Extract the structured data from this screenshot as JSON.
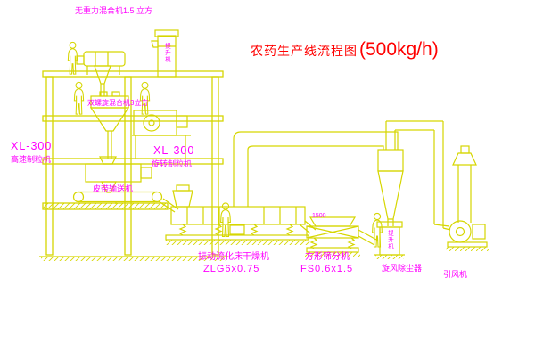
{
  "title": {
    "main": "农药生产线流程图",
    "capacity": "(500kg/h)"
  },
  "labels": {
    "mixer_top": "无重力混合机1.5 立方",
    "mixer_mid": "双螺旋混合机3立方",
    "granulator_left_model": "XL-300",
    "granulator_left_name": "高速制粒机",
    "granulator_center_model": "XL-300",
    "granulator_center_name": "旋转制粒机",
    "belt_conveyor": "皮带输送机",
    "dryer_name": "振动流化床干燥机",
    "dryer_model": "ZLG6x0.75",
    "sieve_name": "方形筛分机",
    "sieve_model": "FS0.6x1.5",
    "cyclone_name": "旋风除尘器",
    "fan_name": "引风机",
    "elevator_top": "提升机",
    "elevator_right": "提升机",
    "dim_1500": "1500"
  },
  "colors": {
    "line_yellow": "#d6d600",
    "label_magenta": "#ff00ff",
    "title_red": "#ff0000",
    "background": "#ffffff"
  }
}
